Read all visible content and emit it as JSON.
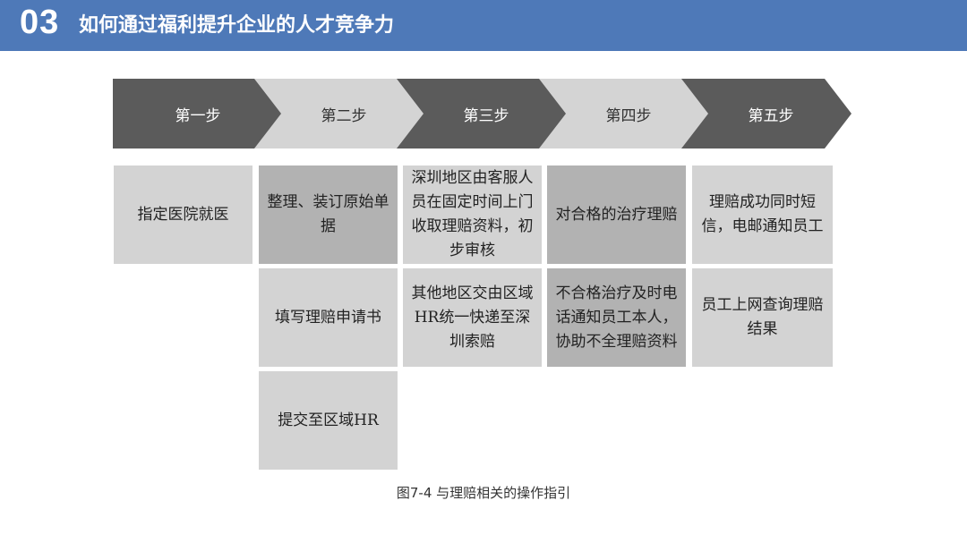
{
  "header": {
    "number": "03",
    "title": "如何通过福利提升企业的人才竞争力"
  },
  "steps": [
    "第一步",
    "第二步",
    "第三步",
    "第四步",
    "第五步"
  ],
  "boxes": {
    "s1r1": "指定医院就医",
    "s2r1": "整理、装订原始单据",
    "s2r2": "填写理赔申请书",
    "s2r3": "提交至区域HR",
    "s3r1": "深圳地区由客服人员在固定时间上门收取理赔资料，初步审核",
    "s3r2": "其他地区交由区域HR统一快递至深圳索赔",
    "s4r1": "对合格的治疗理赔",
    "s4r2": "不合格治疗及时电话通知员工本人，协助不全理赔资料",
    "s5r1": "理赔成功同时短信，电邮通知员工",
    "s5r2": "员工上网查询理赔结果"
  },
  "caption": "图7-4 与理赔相关的操作指引",
  "colors": {
    "header": "#4e79b8",
    "chevron_dark": "#5b5b5b",
    "chevron_light": "#d4d4d4",
    "box_light": "#d3d3d3",
    "box_mid": "#b2b2b2"
  }
}
